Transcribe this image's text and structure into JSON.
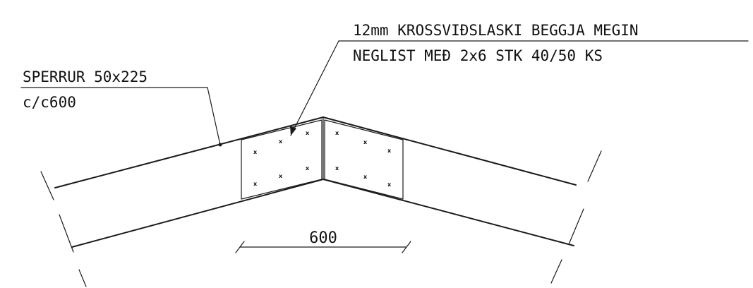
{
  "drawing": {
    "label_plate_line1": "12mm KROSSVIÐSLASKI BEGGJA MEGIN",
    "label_plate_line2": "NEGLIST MEÐ 2x6 STK 40/50 KS",
    "label_rafter_line1": "SPERRUR 50x225",
    "label_rafter_line2": "c/c600",
    "dimension_value": "600",
    "nail_mark": "x",
    "line_color": "#1a1a1a"
  }
}
